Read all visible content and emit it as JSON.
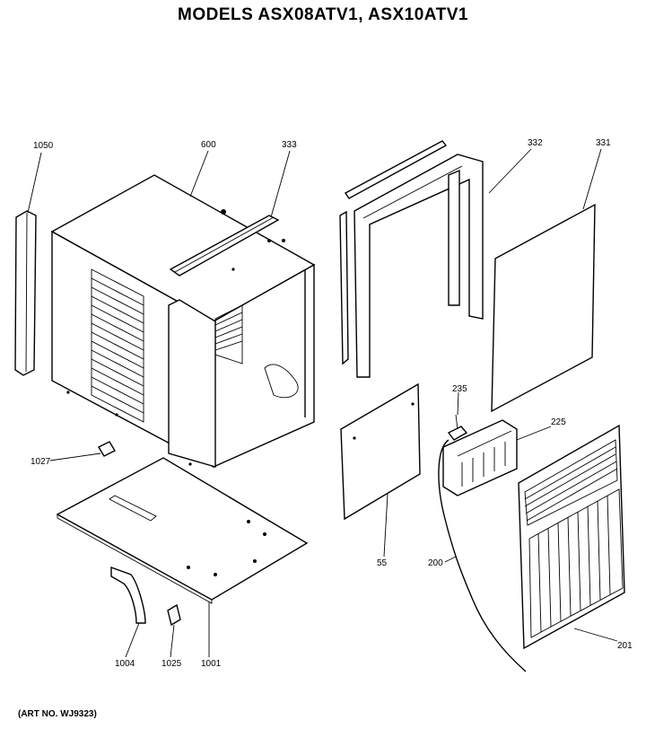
{
  "title": "MODELS ASX08ATV1, ASX10ATV1",
  "art_no": "(ART NO. WJ9323)",
  "callouts": {
    "c1050": "1050",
    "c600": "600",
    "c333": "333",
    "c332": "332",
    "c331": "331",
    "c1027": "1027",
    "c235": "235",
    "c225": "225",
    "c55": "55",
    "c200": "200",
    "c201": "201",
    "c1004": "1004",
    "c1025": "1025",
    "c1001": "1001"
  }
}
